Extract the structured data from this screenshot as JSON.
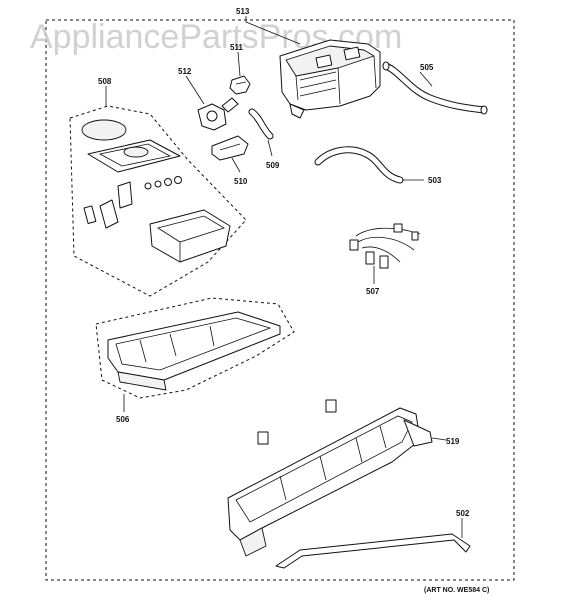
{
  "watermark": "AppliancePartsPros.com",
  "art_number": "(ART NO. WE584 C)",
  "callouts": {
    "c513": "513",
    "c511": "511",
    "c512": "512",
    "c505": "505",
    "c508": "508",
    "c509": "509",
    "c510": "510",
    "c503": "503",
    "c507": "507",
    "c506": "506",
    "c519": "519",
    "c502": "502"
  }
}
